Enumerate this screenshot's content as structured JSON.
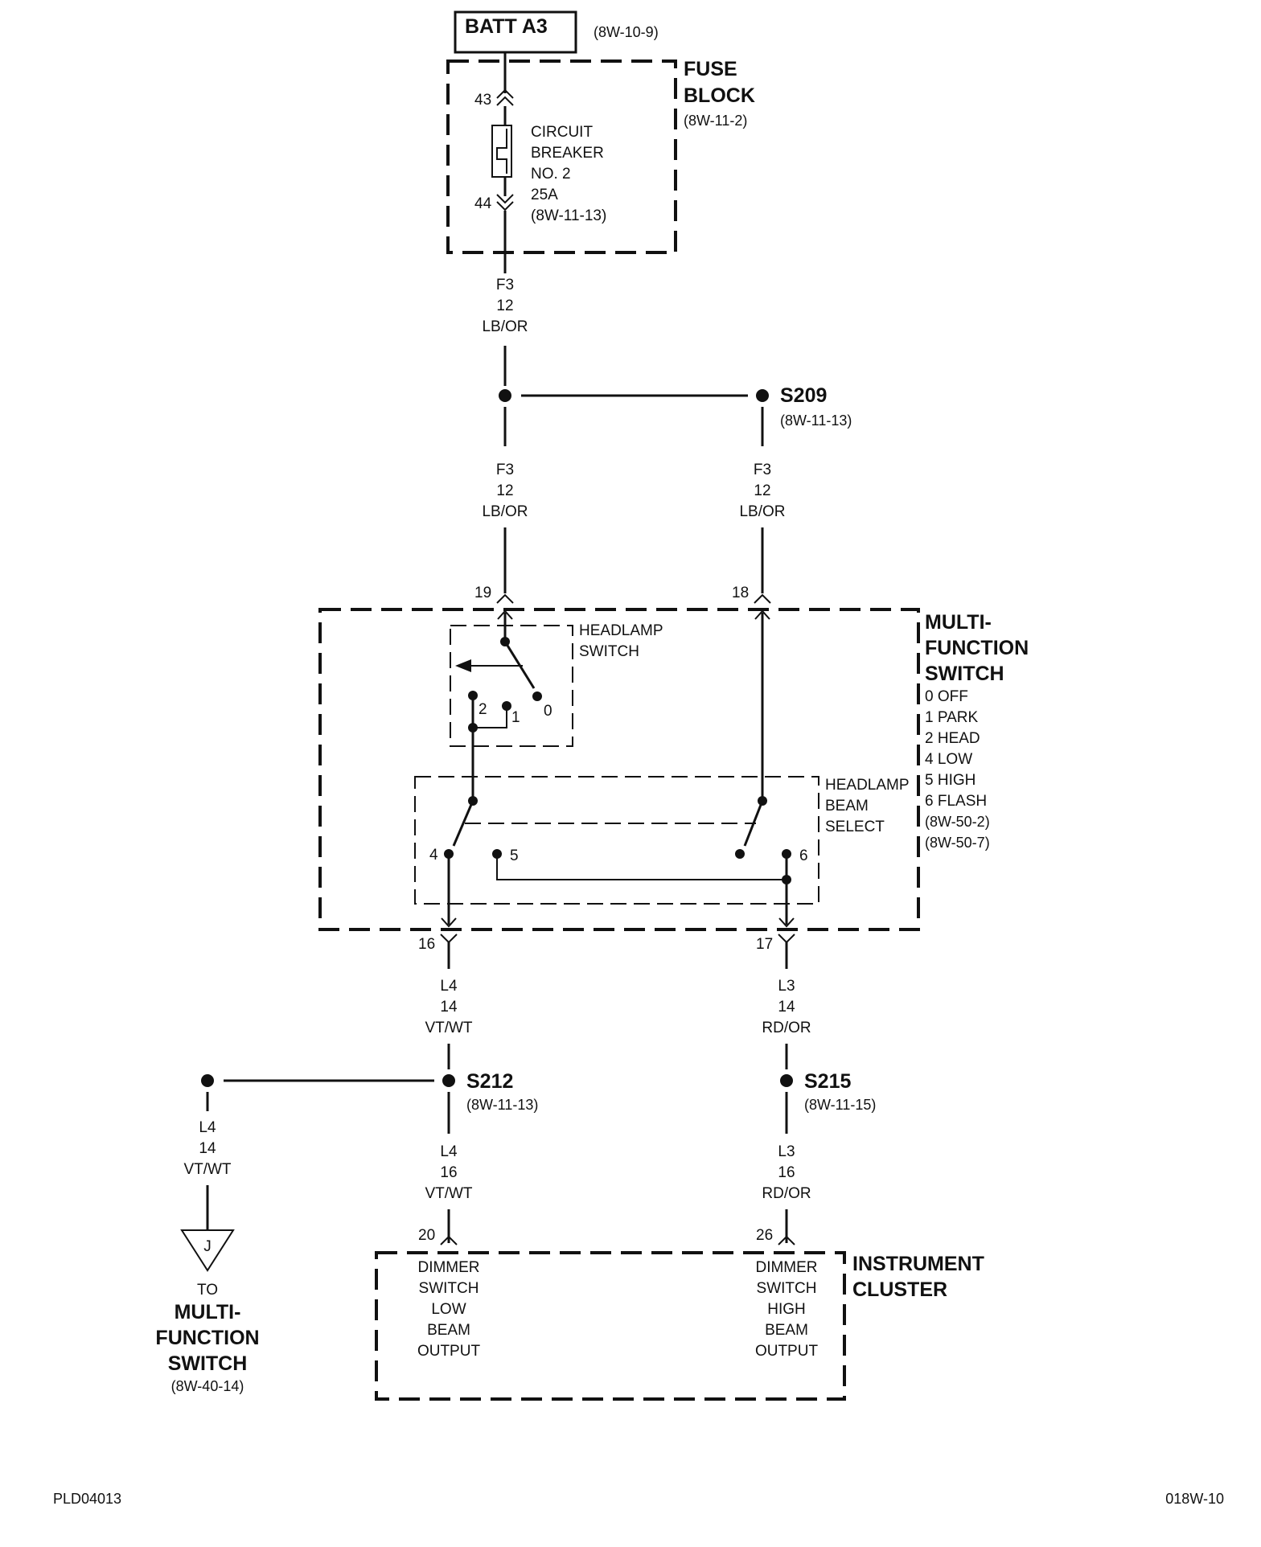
{
  "batt": {
    "label": "BATT A3",
    "ref": "(8W-10-9)"
  },
  "fuse_block": {
    "title_1": "FUSE",
    "title_2": "BLOCK",
    "ref": "(8W-11-2)",
    "pin_in": "43",
    "pin_out": "44",
    "breaker": {
      "line1": "CIRCUIT",
      "line2": "BREAKER",
      "line3": "NO. 2",
      "line4": "25A",
      "line5": "(8W-11-13)"
    }
  },
  "wire_f3": {
    "circuit": "F3",
    "gauge": "12",
    "color": "LB/OR"
  },
  "splice_s209": {
    "name": "S209",
    "ref": "(8W-11-13)"
  },
  "multifunction": {
    "title_1": "MULTI-",
    "title_2": "FUNCTION",
    "title_3": "SWITCH",
    "positions": [
      "0 OFF",
      "1 PARK",
      "2 HEAD",
      "4 LOW",
      "5 HIGH",
      "6 FLASH"
    ],
    "ref_1": "(8W-50-2)",
    "ref_2": "(8W-50-7)",
    "pin_19": "19",
    "pin_18": "18",
    "pin_16": "16",
    "pin_17": "17",
    "headlamp_switch": {
      "line1": "HEADLAMP",
      "line2": "SWITCH",
      "contact_2": "2",
      "contact_1": "1",
      "contact_0": "0"
    },
    "beam_select": {
      "line1": "HEADLAMP",
      "line2": "BEAM",
      "line3": "SELECT",
      "contact_4": "4",
      "contact_5": "5",
      "contact_6": "6"
    }
  },
  "wire_l4_14": {
    "circuit": "L4",
    "gauge": "14",
    "color": "VT/WT"
  },
  "wire_l3_14": {
    "circuit": "L3",
    "gauge": "14",
    "color": "RD/OR"
  },
  "splice_s212": {
    "name": "S212",
    "ref": "(8W-11-13)"
  },
  "splice_s215": {
    "name": "S215",
    "ref": "(8W-11-15)"
  },
  "wire_l4_16": {
    "circuit": "L4",
    "gauge": "16",
    "color": "VT/WT"
  },
  "wire_l3_16": {
    "circuit": "L3",
    "gauge": "16",
    "color": "RD/OR"
  },
  "connector_j": {
    "letter": "J",
    "to": "TO",
    "title_1": "MULTI-",
    "title_2": "FUNCTION",
    "title_3": "SWITCH",
    "ref": "(8W-40-14)"
  },
  "instrument_cluster": {
    "title_1": "INSTRUMENT",
    "title_2": "CLUSTER",
    "pin_low": "20",
    "pin_high": "26",
    "low_output": {
      "line1": "DIMMER",
      "line2": "SWITCH",
      "line3": "LOW",
      "line4": "BEAM",
      "line5": "OUTPUT"
    },
    "high_output": {
      "line1": "DIMMER",
      "line2": "SWITCH",
      "line3": "HIGH",
      "line4": "BEAM",
      "line5": "OUTPUT"
    }
  },
  "footer": {
    "left": "PLD04013",
    "right": "018W-10"
  }
}
